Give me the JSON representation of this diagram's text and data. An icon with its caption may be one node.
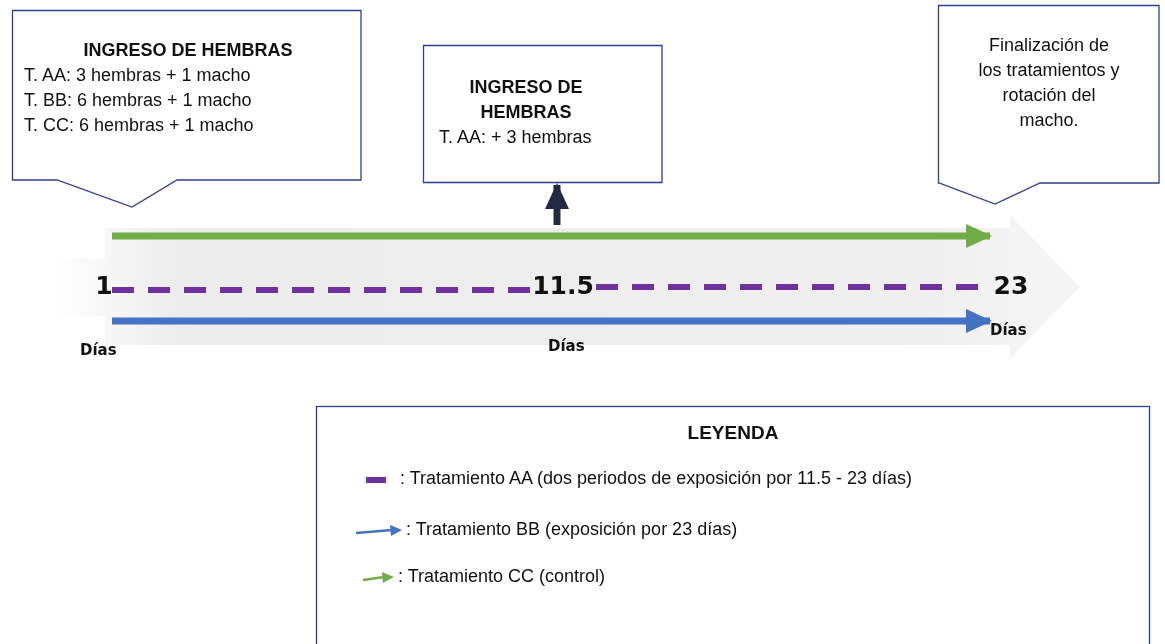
{
  "diagram": {
    "nodes": [
      {
        "text": [
          "INGRESO DE HEMBRAS",
          "T. AA: 3 hembras + 1 macho",
          "T. BB: 6 hembras + 1 macho",
          "T. CC: 6 hembras + 1 macho"
        ]
      },
      {
        "text": [
          "INGRESO DE HEMBRAS",
          "T. AA: + 3 hembras"
        ]
      },
      {
        "text": [
          "Finalización de los tratamientos y rotación del macho."
        ]
      },
      {
        "text": [
          "1"
        ],
        "beside": [
          "Días"
        ]
      },
      {
        "text": [
          "11.5"
        ],
        "beside": [
          "Días"
        ]
      },
      {
        "text": [
          "23"
        ],
        "beside": [
          "Días"
        ]
      }
    ],
    "edges": [
      {
        "from": 3,
        "to": 5,
        "arrow": "to",
        "color": "#70ad47"
      },
      {
        "from": 3,
        "to": 4,
        "arrow": "none",
        "style": "dashed",
        "color": "#7030a0"
      },
      {
        "from": 4,
        "to": 5,
        "arrow": "none",
        "style": "dashed",
        "color": "#7030a0"
      },
      {
        "from": 3,
        "to": 5,
        "arrow": "to",
        "color": "#4472c4"
      },
      {
        "from": 4,
        "to": 1,
        "arrow": "to",
        "color": "#222a44"
      }
    ],
    "labels": [
      "LEYENDA"
    ],
    "legend": [
      {
        "text": ": Tratamiento AA (dos periodos de exposición por 11.5 - 23 días)"
      },
      {
        "text": ": Tratamiento BB (exposición por 23 días)"
      },
      {
        "text": ": Tratamiento CC (control)"
      }
    ]
  }
}
